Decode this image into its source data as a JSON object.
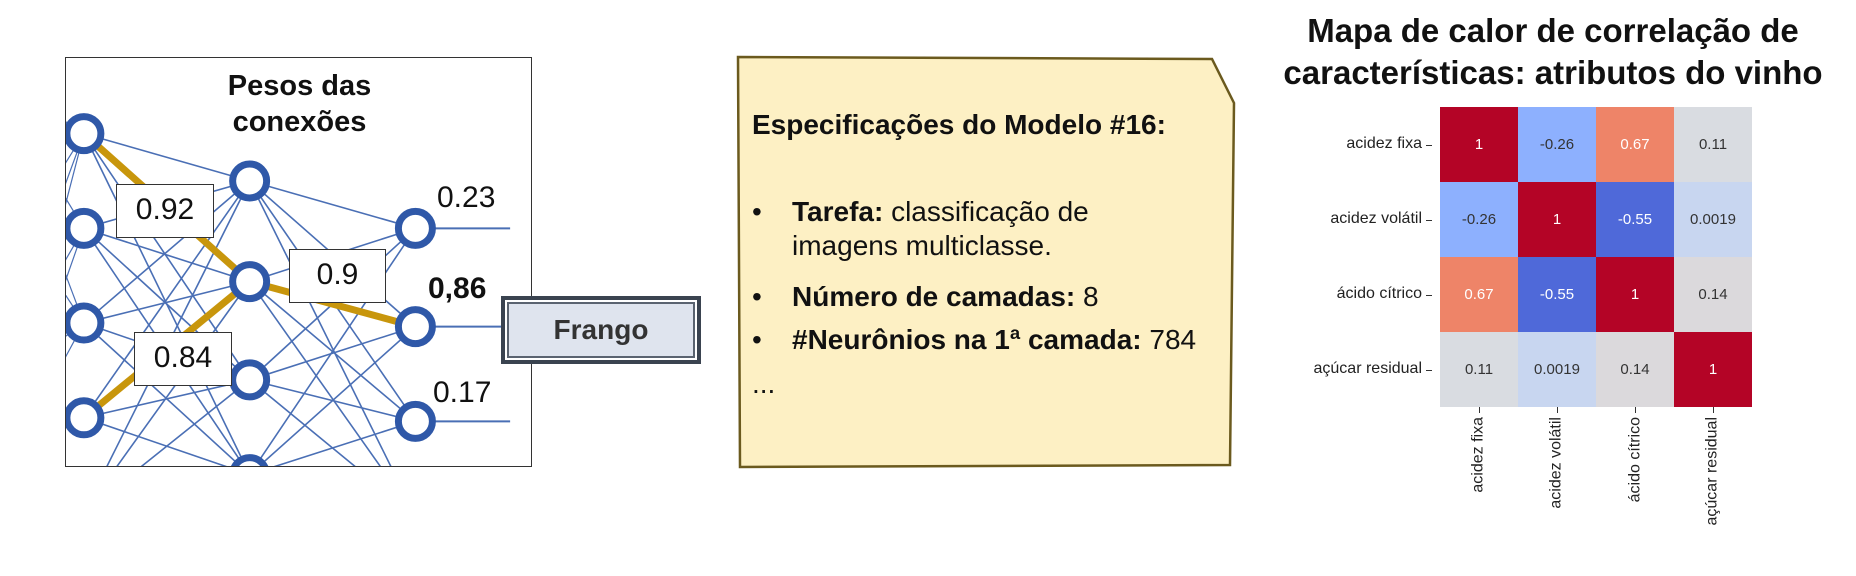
{
  "network": {
    "title_line1": "Pesos das",
    "title_line2": "conexões",
    "weights": [
      "0.92",
      "0.9",
      "0.84"
    ],
    "outputs": [
      "0.23",
      "0,86",
      "0.17"
    ],
    "highlight_color": "#c8960c",
    "node_color": "#2f58a8"
  },
  "prediction": {
    "label": "Frango"
  },
  "spec_note": {
    "title": "Especificações do Modelo #16:",
    "bullets": [
      {
        "key": "Tarefa:",
        "value": " classificação de",
        "cont": "imagens multiclasse."
      },
      {
        "key": "Número de camadas:",
        "value": " 8"
      },
      {
        "key": "#Neurônios na 1ª camada:",
        "value": " 784"
      }
    ],
    "ellipsis": "...",
    "bullet_char": "•",
    "fill": "#fdf0c4"
  },
  "chart_data": {
    "type": "heatmap",
    "title_line1": "Mapa de calor de correlação de",
    "title_line2": "características: atributos do vinho",
    "rows": [
      "acidez fixa",
      "acidez volátil",
      "ácido cítrico",
      "açúcar residual"
    ],
    "columns": [
      "acidez fixa",
      "acidez volátil",
      "ácido cítrico",
      "açúcar residual"
    ],
    "values": [
      [
        1,
        -0.26,
        0.67,
        0.11
      ],
      [
        -0.26,
        1,
        -0.55,
        0.0019
      ],
      [
        0.67,
        -0.55,
        1,
        0.14
      ],
      [
        0.11,
        0.0019,
        0.14,
        1
      ]
    ],
    "labels": [
      [
        "1",
        "-0.26",
        "0.67",
        "0.11"
      ],
      [
        "-0.26",
        "1",
        "-0.55",
        "0.0019"
      ],
      [
        "0.67",
        "-0.55",
        "1",
        "0.14"
      ],
      [
        "0.11",
        "0.0019",
        "0.14",
        "1"
      ]
    ],
    "colormap": "coolwarm",
    "colorbar": false
  }
}
